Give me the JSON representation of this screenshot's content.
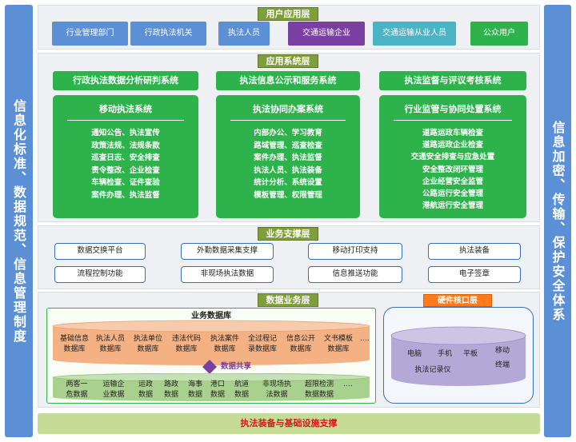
{
  "left_sidebar": {
    "text": "信息化标准、数据规范、信息管理制度"
  },
  "right_sidebar": {
    "text": "信息加密、传输、保护安全体系"
  },
  "user_layer": {
    "title": "用户应用层",
    "users": [
      {
        "label": "行业管理部门",
        "color": "#5b8fd6"
      },
      {
        "label": "行政执法机关",
        "color": "#5b8fd6"
      },
      {
        "label": "执法人员",
        "color": "#5b8fd6"
      },
      {
        "label": "交通运输企业",
        "color": "#7b3fa3"
      },
      {
        "label": "交通运输从业人员",
        "color": "#4ab3c4"
      },
      {
        "label": "公众用户",
        "color": "#2eb34c"
      }
    ]
  },
  "app_layer": {
    "title": "应用系统层",
    "top_systems": [
      "行政执法数据分析研判系统",
      "执法信息公示和服务系统",
      "执法监督与评议考核系统"
    ],
    "systems": [
      {
        "title": "移动执法系统",
        "items": [
          "通知公告、执法宣传",
          "政策法规、法规条款",
          "巡查日志、安全排查",
          "责令整改、企业检查",
          "车辆检查、证件查验",
          "案件办理、执法监督"
        ]
      },
      {
        "title": "执法协同办案系统",
        "items": [
          "内部办公、学习教育",
          "路域管理、巡查检查",
          "案件办理、执法监督",
          "执法人员、执法装备",
          "统计分析、系统设置",
          "模板管理、权限管理"
        ]
      },
      {
        "title": "行业监管与协同处置系统",
        "items": [
          "道路运政车辆检查",
          "道路运政企业检查",
          "交通安全排查与应急处置",
          "安全整改闭环管理",
          "企业经营安全监管",
          "公路运行安全管理",
          "港航运行安全管理"
        ]
      }
    ]
  },
  "support_layer": {
    "title": "业务支撑层",
    "row1": [
      "数据交换平台",
      "外勤数据采集支撑",
      "移动打印支持",
      "执法装备"
    ],
    "row2": [
      "流程控制功能",
      "非现场执法数据",
      "信息推送功能",
      "电子签章"
    ]
  },
  "data_layer": {
    "title": "数据业务层",
    "db_title": "业务数据库",
    "db_items": [
      [
        "基础信息",
        "数据库"
      ],
      [
        "执法人员",
        "数据库"
      ],
      [
        "执法单位",
        "数据库"
      ],
      [
        "违法代码",
        "数据库"
      ],
      [
        "执法案件",
        "数据库"
      ],
      [
        "全过程记",
        "录数据库"
      ],
      [
        "信息公开",
        "数据库"
      ],
      [
        "文书模板",
        "数据库"
      ],
      [
        "....",
        ""
      ]
    ],
    "sharing": "数据共享",
    "share_items": [
      [
        "两客一",
        "危数据"
      ],
      [
        "运输企",
        "业数据"
      ],
      [
        "运政",
        "数据"
      ],
      [
        "路政",
        "数据"
      ],
      [
        "海事",
        "数据"
      ],
      [
        "港口",
        "数据"
      ],
      [
        "航道",
        "数据"
      ],
      [
        "非现场执",
        "法数据"
      ],
      [
        "超限检测",
        "数据数据"
      ],
      [
        "....",
        ""
      ]
    ],
    "hw_title": "硬件核口层",
    "hw_items": [
      "电脑",
      "手机",
      "平板",
      "移动",
      "终端",
      "执法记录仪"
    ]
  },
  "bottom": {
    "text": "执法装备与基础设施支撑"
  }
}
